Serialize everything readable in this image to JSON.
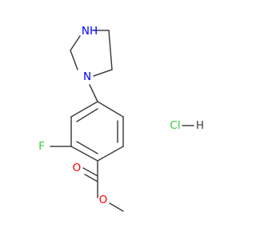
{
  "molecule": {
    "atoms": {
      "piperazine_nh": "NH",
      "piperazine_n": "N",
      "fluorine": "F",
      "carbonyl_oxygen": "O",
      "ester_oxygen": "O",
      "salt": "HCl"
    },
    "salt_display": {
      "cl": "Cl",
      "h": "H"
    },
    "colors": {
      "bond": "#404040",
      "nitrogen": "#0000ff",
      "oxygen": "#ff0000",
      "fluorine": "#33cc33",
      "chlorine": "#33cc33",
      "hydrogen": "#404040"
    }
  }
}
